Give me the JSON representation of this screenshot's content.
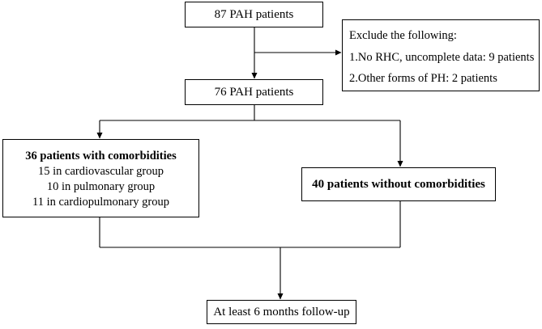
{
  "top_box": "87 PAH patients",
  "exclude_box": {
    "heading": "Exclude the following:",
    "reasons": [
      "1.No RHC, uncomplete data: 9 patients",
      "2.Other forms of PH: 2 patients"
    ]
  },
  "middle_box": "76 PAH patients",
  "comorbidity_box": {
    "title": "36 patients with comorbidities",
    "groups": [
      "15 in cardiovascular group",
      "10 in pulmonary group",
      "11 in cardiopulmonary group"
    ]
  },
  "no_comorbidity_box": "40 patients without comorbidities",
  "followup_box": "At least 6 months follow-up"
}
